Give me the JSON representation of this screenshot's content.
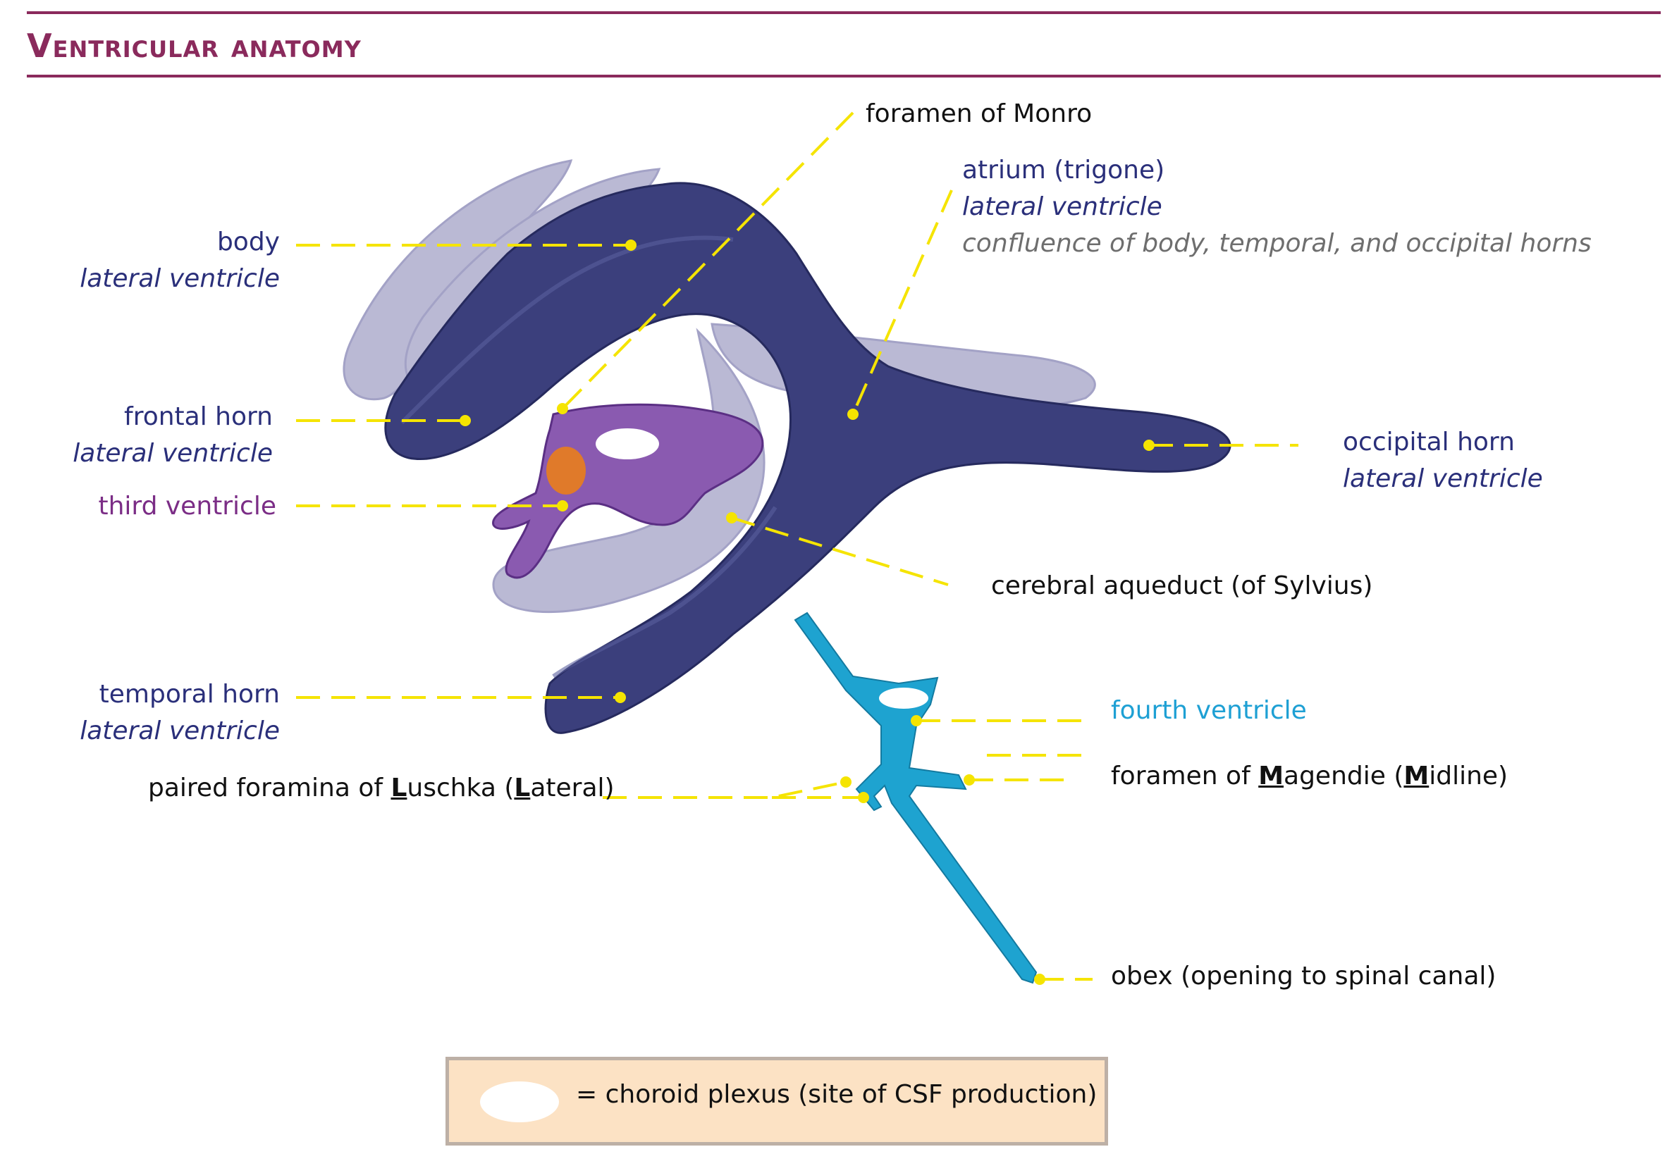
{
  "title": "Ventricular anatomy",
  "labels": {
    "body": {
      "main": "body",
      "sub": "lateral ventricle"
    },
    "frontal_horn": {
      "main": "frontal horn",
      "sub": "lateral ventricle"
    },
    "third_ventricle": {
      "main": "third ventricle"
    },
    "temporal_horn": {
      "main": "temporal horn",
      "sub": "lateral ventricle"
    },
    "luschka": {
      "pre": "paired foramina of ",
      "l1": "L",
      "mid": "uschka (",
      "l2": "L",
      "post": "ateral)"
    },
    "monro": {
      "main": "foramen of Monro"
    },
    "atrium": {
      "main": "atrium (trigone)",
      "sub": "lateral ventricle",
      "note": "confluence of body, temporal, and occipital horns"
    },
    "occipital_horn": {
      "main": "occipital horn",
      "sub": "lateral ventricle"
    },
    "aqueduct": {
      "main": "cerebral aqueduct (of Sylvius)"
    },
    "fourth_ventricle": {
      "main": "fourth ventricle"
    },
    "magendie": {
      "pre": "foramen of ",
      "m1": "M",
      "mid": "agendie (",
      "m2": "M",
      "post": "idline)"
    },
    "obex": {
      "main": "obex (opening to spinal canal)"
    }
  },
  "legend": {
    "text": "= choroid plexus (site of CSF production)"
  },
  "colors": {
    "accent": "#8a2a5c",
    "lateral_ventricle": "#3b3f7c",
    "lateral_ventricle_far": "#b3b2d0",
    "third_ventricle": "#8a5ab0",
    "fourth_ventricle": "#1ea3d0",
    "choroid_plexus": "#e07a2a",
    "leader_line": "#f5e400"
  }
}
